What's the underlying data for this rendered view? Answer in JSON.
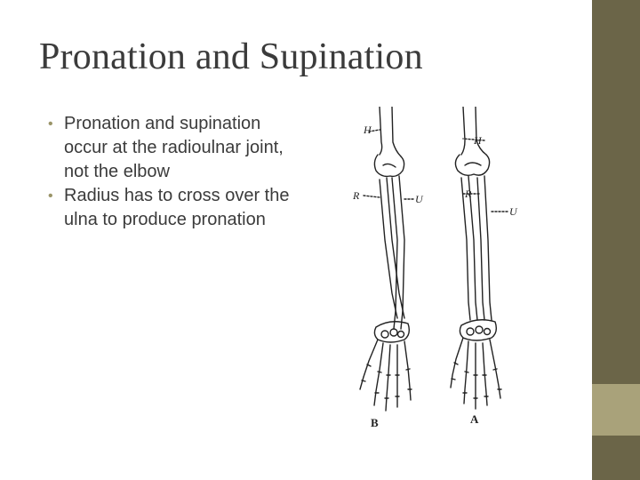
{
  "slide": {
    "title": "Pronation and Supination",
    "bullets": [
      "Pronation and supination occur at the radioulnar joint, not the elbow",
      "Radius has to cross over the ulna to produce pronation"
    ],
    "bullet_glyph": "•"
  },
  "figure": {
    "labels": {
      "h": "H",
      "r": "R",
      "u": "U",
      "b": "B",
      "a": "A"
    }
  },
  "colors": {
    "sidebar_dark": "#6b6548",
    "sidebar_light": "#a9a27a",
    "text": "#3b3b3b",
    "bullet": "#9a9468"
  }
}
